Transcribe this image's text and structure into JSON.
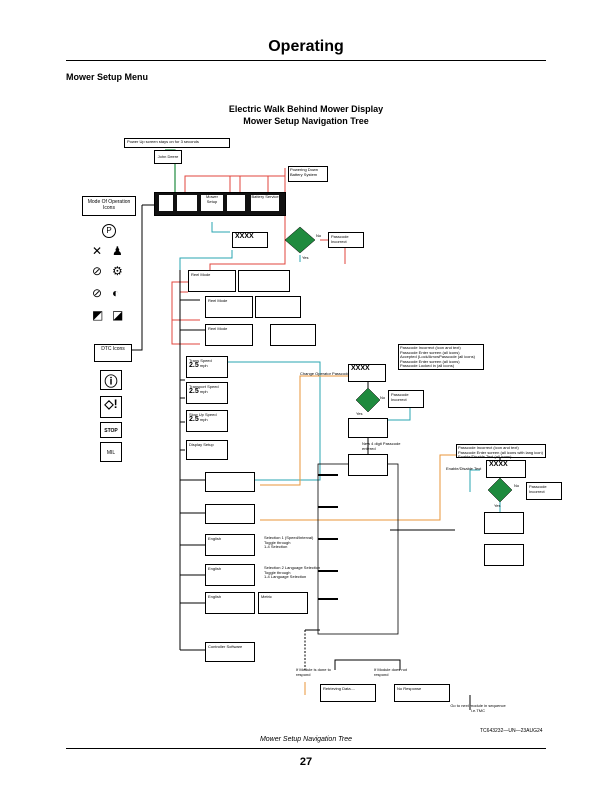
{
  "header": {
    "title": "Operating"
  },
  "section": {
    "title": "Mower Setup Menu"
  },
  "diagram": {
    "title_line1": "Electric Walk Behind Mower Display",
    "title_line2": "Mower Setup Navigation Tree",
    "powerup_note": "Power Up screen stays on for 3 seconds",
    "logo_text": "John Deere",
    "mode_icons_label": "Mode Of Operation Icons",
    "dtc_icons_label": "DTC Icons",
    "main_screen": {
      "mower_setup_label": "Mower Setup",
      "battery_label": "Battery Service"
    },
    "powering_down": "Powering Down Battery System",
    "passcode_digits": "XXXX",
    "passcode_incorrect": "Passcode Incorrect",
    "no_label": "No",
    "yes_label": "Yes",
    "reel_mode": "Reel Mode",
    "speeds": [
      {
        "label": "Trans Speed",
        "value": "2.5",
        "unit": "mph"
      },
      {
        "label": "Transport Speed",
        "value": "2.5",
        "unit": "mph"
      },
      {
        "label": "Slow Up Speed",
        "value": "2.5",
        "unit": "mph"
      }
    ],
    "display_setup": "Display Setup",
    "change_passcode": "Change Operator Passcode",
    "passcode_notes_1": [
      "Passcode Incorrect (icon and text)",
      "Passcode Enter screen (all icons)",
      "Accepted (Lock/ArrowPasscode (all icons)",
      "Passcode Enter screen (all icons)",
      "Passcode Locked in (all icons)"
    ],
    "new_passcode": "New 4 digit Passcode entered",
    "passcode_notes_2": [
      "Passcode Incorrect (icon and text)",
      "Passcode Enter screen (all icons with lang icon)",
      "Enable/Disable Text (all icons)"
    ],
    "enable_disable": "Enable/Disable Text",
    "english": "English",
    "lang1_note": [
      "Selection 1 (Speed/Interval)",
      "Toggle through",
      "1-4 Selection"
    ],
    "lang2_note": [
      "Selection 2 Language Selection",
      "Toggle through",
      "1-4 Language Selection"
    ],
    "metric": "Metric",
    "controller_software": "Controller Software",
    "module_respond_1": "If Module is done to respond",
    "module_respond_2": "If Module does not respond",
    "retrieving": "Retrieving Data....",
    "no_response": "No Response",
    "goto_next": "Go to next module in sequence i.e.TMC",
    "figure_ref": "TC643232—UN—23AUG24",
    "caption": "Mower Setup Navigation Tree"
  },
  "footer": {
    "page_number": "27"
  },
  "colors": {
    "red": "#e2453c",
    "teal": "#2aa6b2",
    "green": "#1f8a3e",
    "orange": "#e9963a",
    "black": "#000000"
  }
}
